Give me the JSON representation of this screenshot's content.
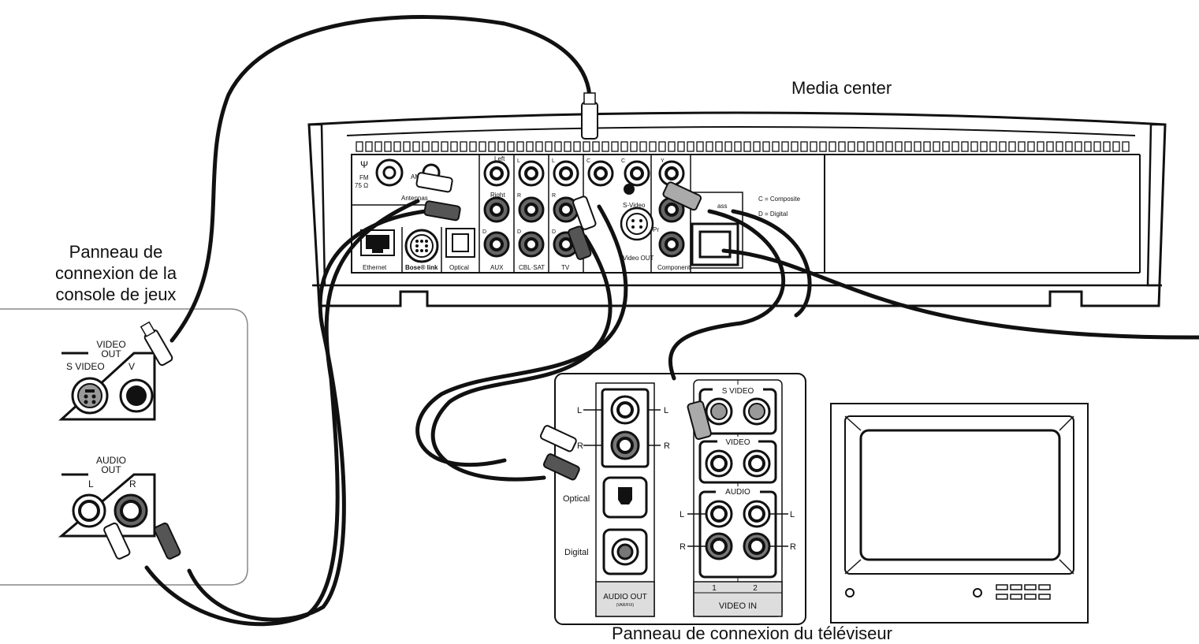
{
  "captions": {
    "media_center": "Media center",
    "console_panel": "Panneau de\nconnexion de la\nconsole de jeux",
    "tv_panel": "Panneau de connexion du téléviseur"
  },
  "media_center": {
    "antenna_fm": "FM",
    "antenna_fm_ohm": "75 Ω",
    "antenna_am": "AM",
    "antennas": "Antennas",
    "left": "Left",
    "right": "Right",
    "ethernet": "Ethernet",
    "bose_link": "Bose® link",
    "optical": "Optical",
    "aux": "AUX",
    "cbl_sat": "CBL·SAT",
    "tv": "TV",
    "s_video": "S-Video",
    "video_out": "Video OUT",
    "component": "Component",
    "pr": "Pr",
    "y": "Y",
    "c": "C",
    "l": "L",
    "r": "R",
    "d": "D",
    "amass": "ass",
    "legend_c": "C = Composite",
    "legend_d": "D = Digital"
  },
  "console": {
    "video_out": "VIDEO\nOUT",
    "s_video": "S VIDEO",
    "v": "V",
    "audio_out": "AUDIO\nOUT",
    "l": "L",
    "r": "R"
  },
  "tv_panel": {
    "l": "L",
    "r": "R",
    "optical": "Optical",
    "digital": "Digital",
    "audio_out": "AUDIO OUT",
    "audio_out_sub": "(VAR/FIX)",
    "s_video": "S VIDEO",
    "video": "VIDEO",
    "audio": "AUDIO",
    "col1": "1",
    "col2": "2",
    "video_in": "VIDEO IN"
  }
}
